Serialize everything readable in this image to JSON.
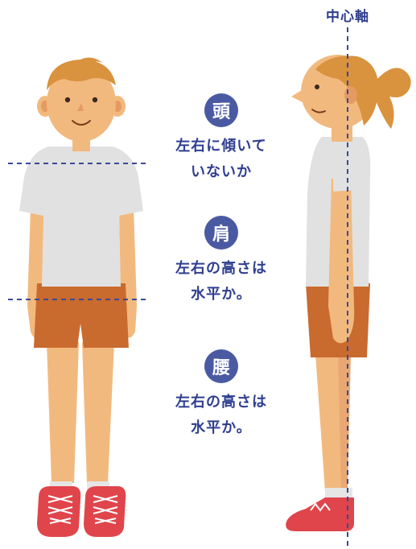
{
  "axis": {
    "label": "中心軸"
  },
  "checks": [
    {
      "badge": "頭",
      "line1": "左右に傾いて",
      "line2": "いないか"
    },
    {
      "badge": "肩",
      "line1": "左右の高さは",
      "line2": "水平か。"
    },
    {
      "badge": "腰",
      "line1": "左右の高さは",
      "line2": "水平か。"
    }
  ],
  "colors": {
    "accent": "#2f3e8f",
    "badge": "#4a5aa2",
    "skin": "#f2b97e",
    "hair": "#d9923e",
    "shirt": "#e1e1e1",
    "shorts": "#c96a2e",
    "shoes": "#e0454b"
  }
}
